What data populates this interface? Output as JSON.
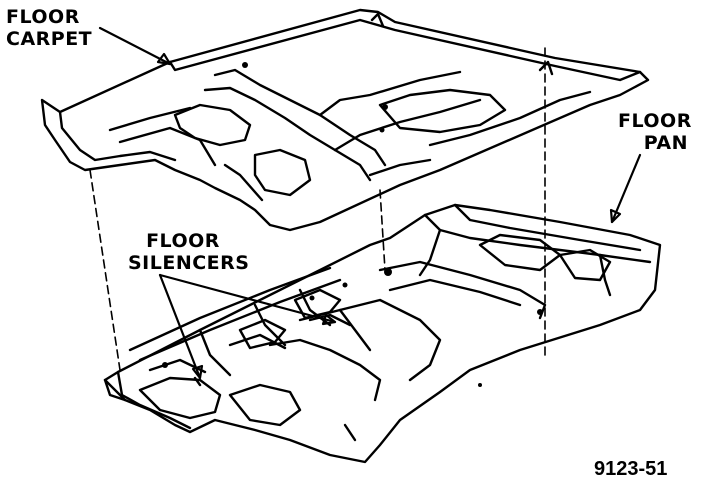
{
  "labels": {
    "floor_carpet": [
      "FLOOR",
      "CARPET"
    ],
    "floor_pan": [
      "FLOOR",
      "PAN"
    ],
    "floor_silencers": [
      "FLOOR",
      "SILENCERS"
    ],
    "figure_number": "9123-51"
  },
  "colors": {
    "ink": "#000000",
    "background": "#ffffff"
  }
}
